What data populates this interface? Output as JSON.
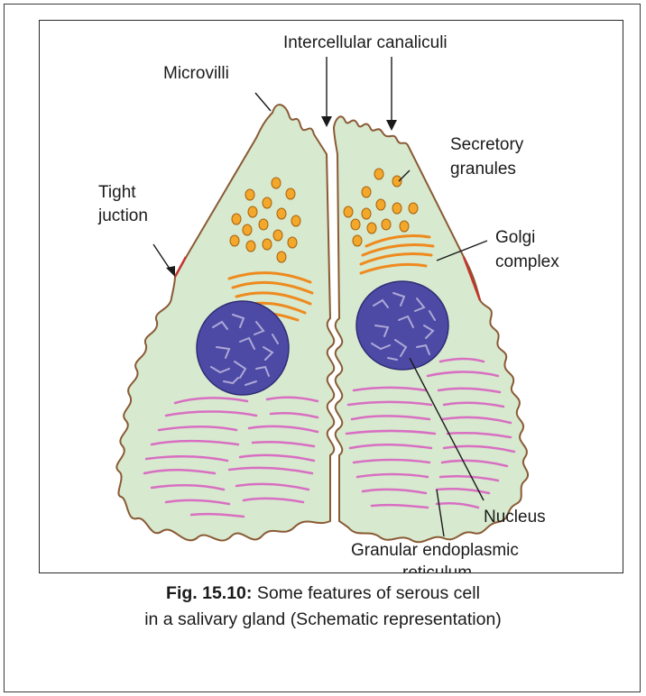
{
  "labels": {
    "microvilli": "Microvilli",
    "intercellular_canaliculi": "Intercellular canaliculi",
    "tight_junction": [
      "Tight",
      "juction"
    ],
    "secretory_granules": [
      "Secretory",
      "granules"
    ],
    "golgi_complex": [
      "Golgi",
      "complex"
    ],
    "nucleus": "Nucleus",
    "granular_er": [
      "Granular endoplasmic",
      "reticulum"
    ]
  },
  "caption": {
    "figure_number": "Fig. 15.10:",
    "line1_text": " Some features of serous cell",
    "line2_text": "in a salivary gland (Schematic representation)"
  },
  "colors": {
    "cytoplasm": "#d7e9cf",
    "membrane": "#8a5a34",
    "tight_junction": "#c2352d",
    "granules": "#f3a82b",
    "golgi": "#ee8a1e",
    "nucleus": "#4d4aa6",
    "er": "#d86fc2"
  }
}
